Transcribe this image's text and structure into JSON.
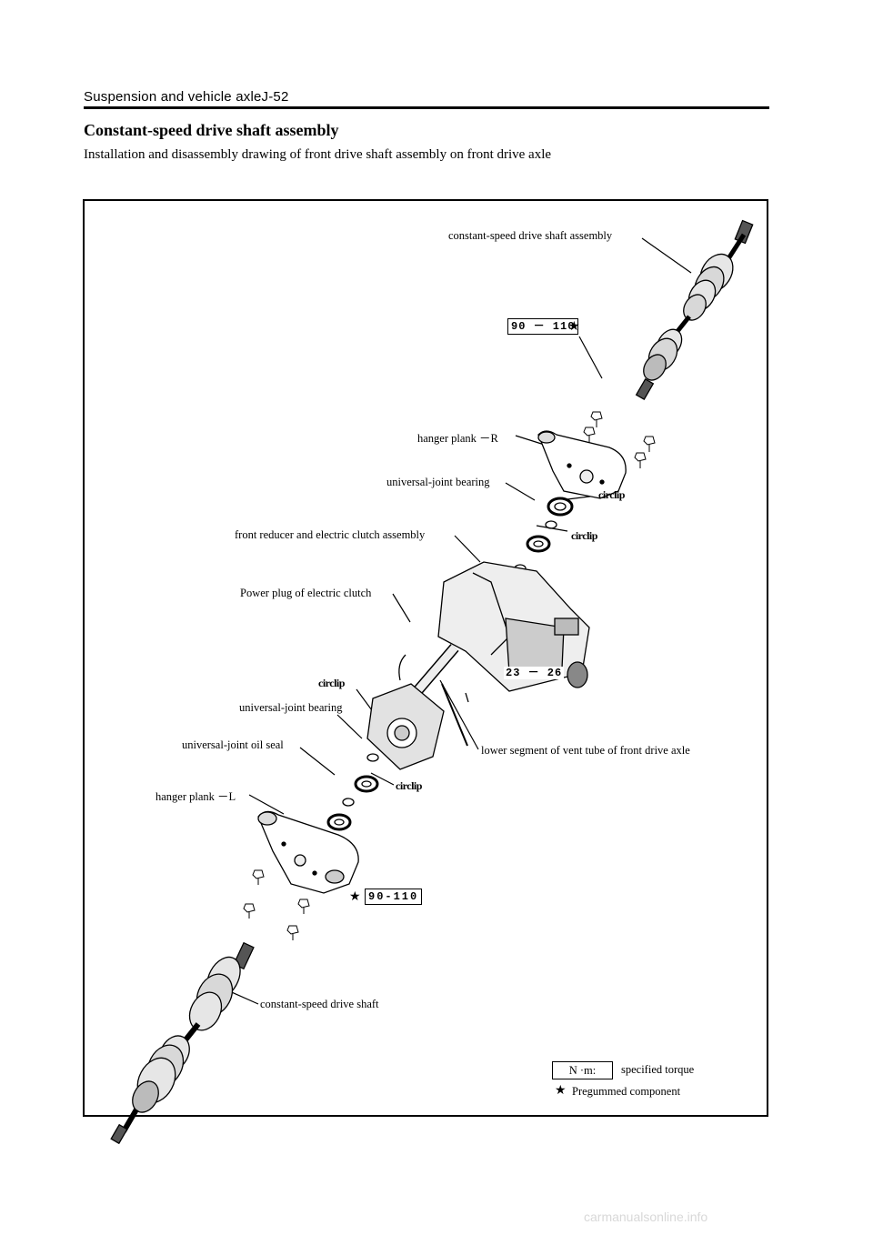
{
  "header": {
    "section": "Suspension and vehicle axleJ-52"
  },
  "doc": {
    "title": "Constant-speed drive shaft assembly",
    "subtitle": "Installation and disassembly drawing of front drive shaft assembly on front drive axle"
  },
  "labels": {
    "cv_shaft_assembly": "constant-speed drive shaft assembly",
    "hanger_plank_r": "hanger plank －R",
    "ujoint_bearing_top": "universal-joint bearing",
    "circlip_1": "circlip",
    "circlip_2": "circlip",
    "front_reducer": "front reducer and electric clutch assembly",
    "power_plug": "Power plug of electric clutch",
    "circlip_3": "circlip",
    "ujoint_bearing_mid": "universal-joint bearing",
    "ujoint_oil_seal": "universal-joint oil seal",
    "vent_tube": "lower segment of vent tube of front drive axle",
    "circlip_4": "circlip",
    "hanger_plank_l": "hanger plank －L",
    "cv_shaft": "constant-speed drive shaft"
  },
  "torque": {
    "top": "90 － 110",
    "middle": "23 － 26",
    "bottom": "90-110"
  },
  "legend": {
    "unit": "N ·m:",
    "unit_desc": "specified torque",
    "star_symbol": "★",
    "star_desc": "Pregummed component"
  },
  "watermark": "carmanualsonline.info"
}
